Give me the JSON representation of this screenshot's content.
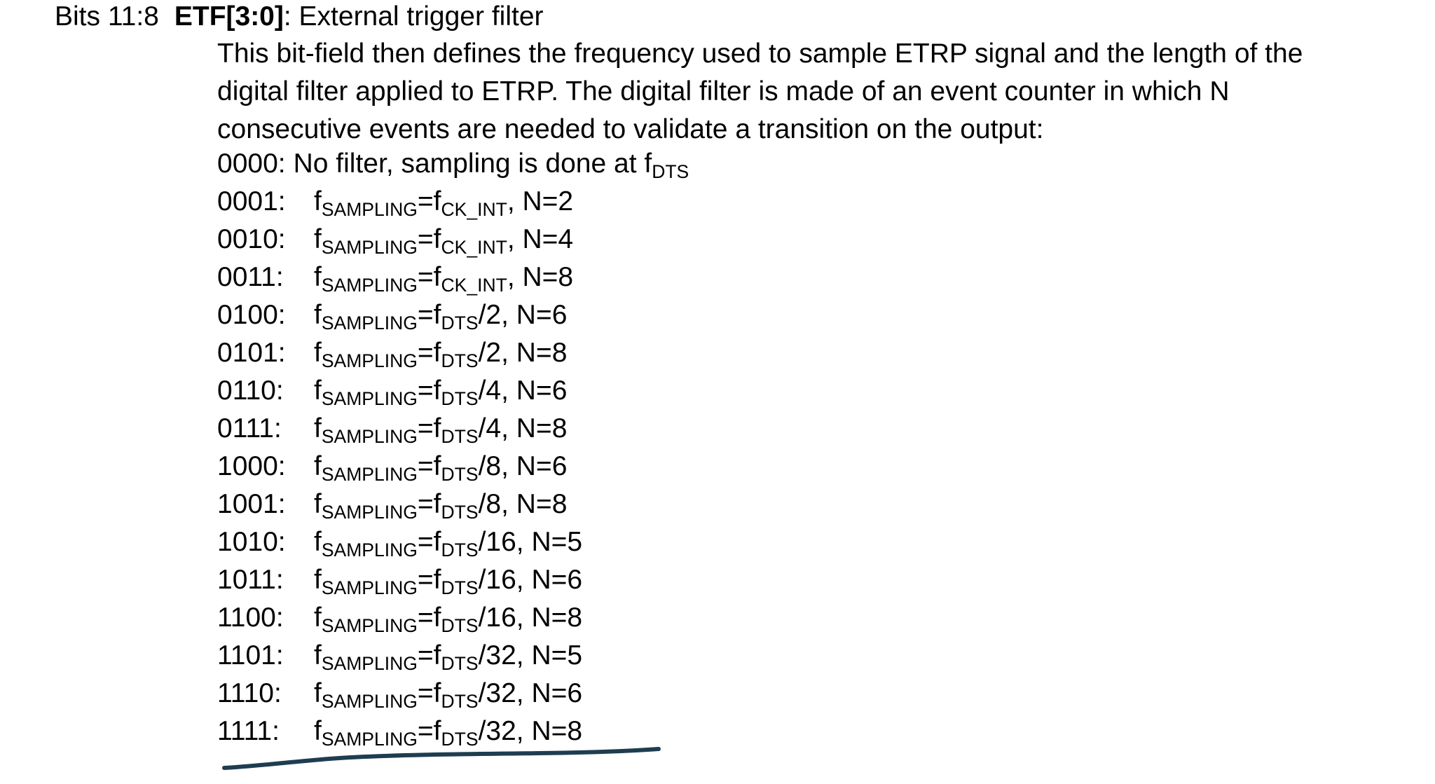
{
  "heading": {
    "bit_range": "Bits 11:8",
    "field_name": "ETF[3:0]",
    "field_description": ": External trigger filter"
  },
  "description": {
    "lines": [
      "This bit-field then defines the frequency used to sample ETRP signal and the length of the",
      "digital filter applied to ETRP. The digital filter is made of an event counter in which N",
      "consecutive events are needed to validate a transition on the output:"
    ]
  },
  "encodings": [
    {
      "code": "0000:",
      "text_pre": "No filter, sampling is done at f",
      "sub1": "DTS",
      "text_mid": "",
      "sub2": "",
      "text_post": "",
      "layout": "prose"
    },
    {
      "code": "0001:",
      "text_pre": "f",
      "sub1": "SAMPLING",
      "text_mid": "=f",
      "sub2": "CK_INT",
      "text_post": ", N=2",
      "layout": "formula"
    },
    {
      "code": "0010:",
      "text_pre": "f",
      "sub1": "SAMPLING",
      "text_mid": "=f",
      "sub2": "CK_INT",
      "text_post": ", N=4",
      "layout": "formula"
    },
    {
      "code": "0011:",
      "text_pre": "f",
      "sub1": "SAMPLING",
      "text_mid": "=f",
      "sub2": "CK_INT",
      "text_post": ", N=8",
      "layout": "formula"
    },
    {
      "code": "0100:",
      "text_pre": "f",
      "sub1": "SAMPLING",
      "text_mid": "=f",
      "sub2": "DTS",
      "text_post": "/2, N=6",
      "layout": "formula"
    },
    {
      "code": "0101:",
      "text_pre": "f",
      "sub1": "SAMPLING",
      "text_mid": "=f",
      "sub2": "DTS",
      "text_post": "/2, N=8",
      "layout": "formula"
    },
    {
      "code": "0110:",
      "text_pre": "f",
      "sub1": "SAMPLING",
      "text_mid": "=f",
      "sub2": "DTS",
      "text_post": "/4, N=6",
      "layout": "formula"
    },
    {
      "code": "0111:",
      "text_pre": "f",
      "sub1": "SAMPLING",
      "text_mid": "=f",
      "sub2": "DTS",
      "text_post": "/4, N=8",
      "layout": "formula"
    },
    {
      "code": "1000:",
      "text_pre": "f",
      "sub1": "SAMPLING",
      "text_mid": "=f",
      "sub2": "DTS",
      "text_post": "/8, N=6",
      "layout": "formula"
    },
    {
      "code": "1001:",
      "text_pre": "f",
      "sub1": "SAMPLING",
      "text_mid": "=f",
      "sub2": "DTS",
      "text_post": "/8, N=8",
      "layout": "formula"
    },
    {
      "code": "1010:",
      "text_pre": "f",
      "sub1": "SAMPLING",
      "text_mid": "=f",
      "sub2": "DTS",
      "text_post": "/16, N=5",
      "layout": "formula"
    },
    {
      "code": "1011:",
      "text_pre": "f",
      "sub1": "SAMPLING",
      "text_mid": "=f",
      "sub2": "DTS",
      "text_post": "/16, N=6",
      "layout": "formula"
    },
    {
      "code": "1100:",
      "text_pre": "f",
      "sub1": "SAMPLING",
      "text_mid": "=f",
      "sub2": "DTS",
      "text_post": "/16, N=8",
      "layout": "formula"
    },
    {
      "code": "1101:",
      "text_pre": "f",
      "sub1": "SAMPLING",
      "text_mid": "=f",
      "sub2": "DTS",
      "text_post": "/32, N=5",
      "layout": "formula"
    },
    {
      "code": "1110:",
      "text_pre": "f",
      "sub1": "SAMPLING",
      "text_mid": "=f",
      "sub2": "DTS",
      "text_post": "/32, N=6",
      "layout": "formula"
    },
    {
      "code": "1111:",
      "text_pre": "f",
      "sub1": "SAMPLING",
      "text_mid": "=f",
      "sub2": "DTS",
      "text_post": "/32, N=8",
      "layout": "formula"
    }
  ],
  "annotation": {
    "type": "hand-drawn-underline",
    "color": "#1e3d50"
  }
}
